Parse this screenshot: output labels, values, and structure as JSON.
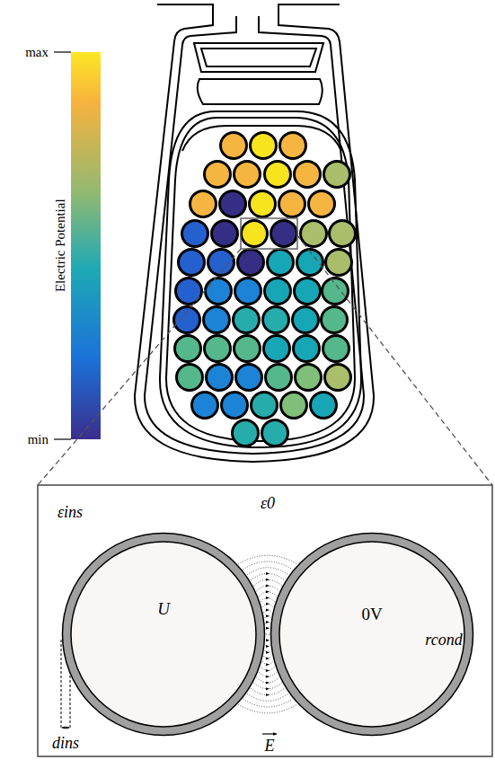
{
  "diagram": {
    "nodes": [
      {
        "text": [
          "U"
        ]
      },
      {
        "text": [
          "0V"
        ]
      }
    ],
    "labels": [
      "max",
      "Electric Potential",
      "min",
      "εins",
      "ε0",
      "rcond",
      "dins",
      "E"
    ]
  }
}
